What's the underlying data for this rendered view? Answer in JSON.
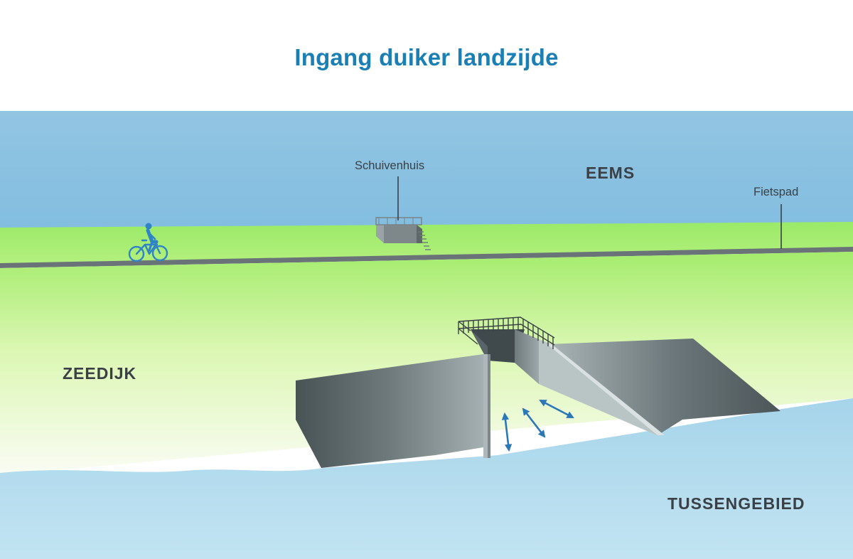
{
  "title": "Ingang duiker landzijde",
  "labels": {
    "eems": "EEMS",
    "zeedijk": "ZEEDIJK",
    "tussengebied": "TUSSENGEBIED",
    "schuivenhuis": "Schuivenhuis",
    "fietspad": "Fietspad"
  },
  "icons": [
    "cyclist-icon",
    "double-arrow-icon"
  ],
  "colors": {
    "title": "#1a7fb5",
    "sky": "#8cc2e0",
    "grass": "#9aea68",
    "water": "#b4dcee",
    "road": "#6a7378",
    "concrete_dark": "#4a5458",
    "concrete_light": "#9aa7aa",
    "arrow": "#2a78b8",
    "cyclist": "#2e84c6"
  }
}
